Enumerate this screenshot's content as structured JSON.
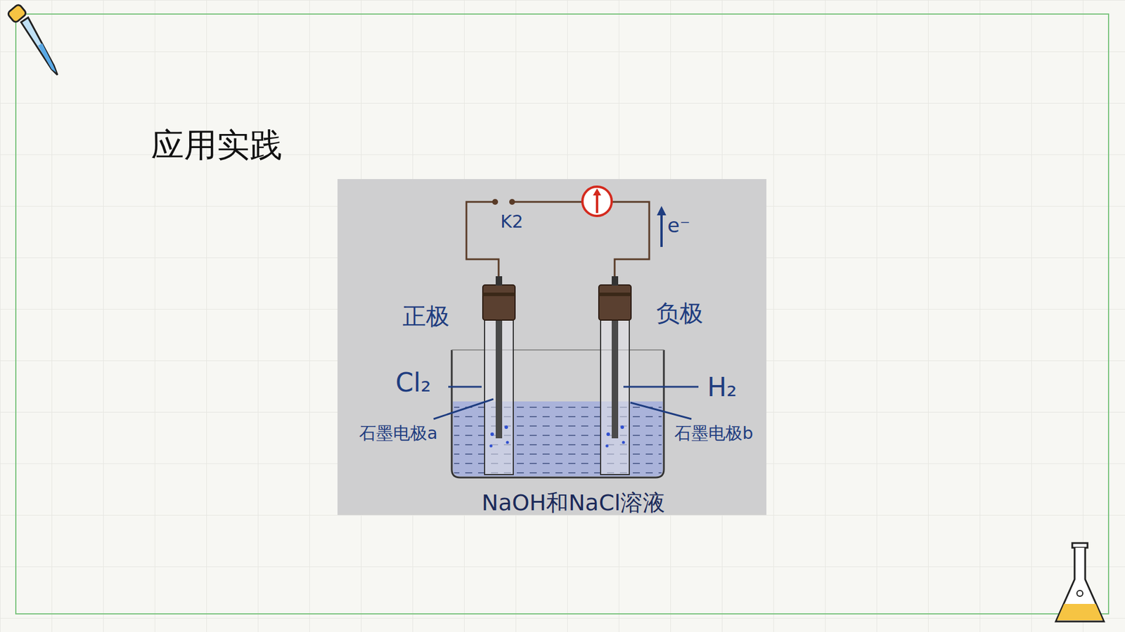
{
  "diagram": {
    "title": "应用实践",
    "labels": [
      "K2",
      "e⁻",
      "正极",
      "负极",
      "Cl₂",
      "H₂",
      "石墨电极a",
      "石墨电极b",
      "NaOH和NaCl溶液"
    ]
  }
}
